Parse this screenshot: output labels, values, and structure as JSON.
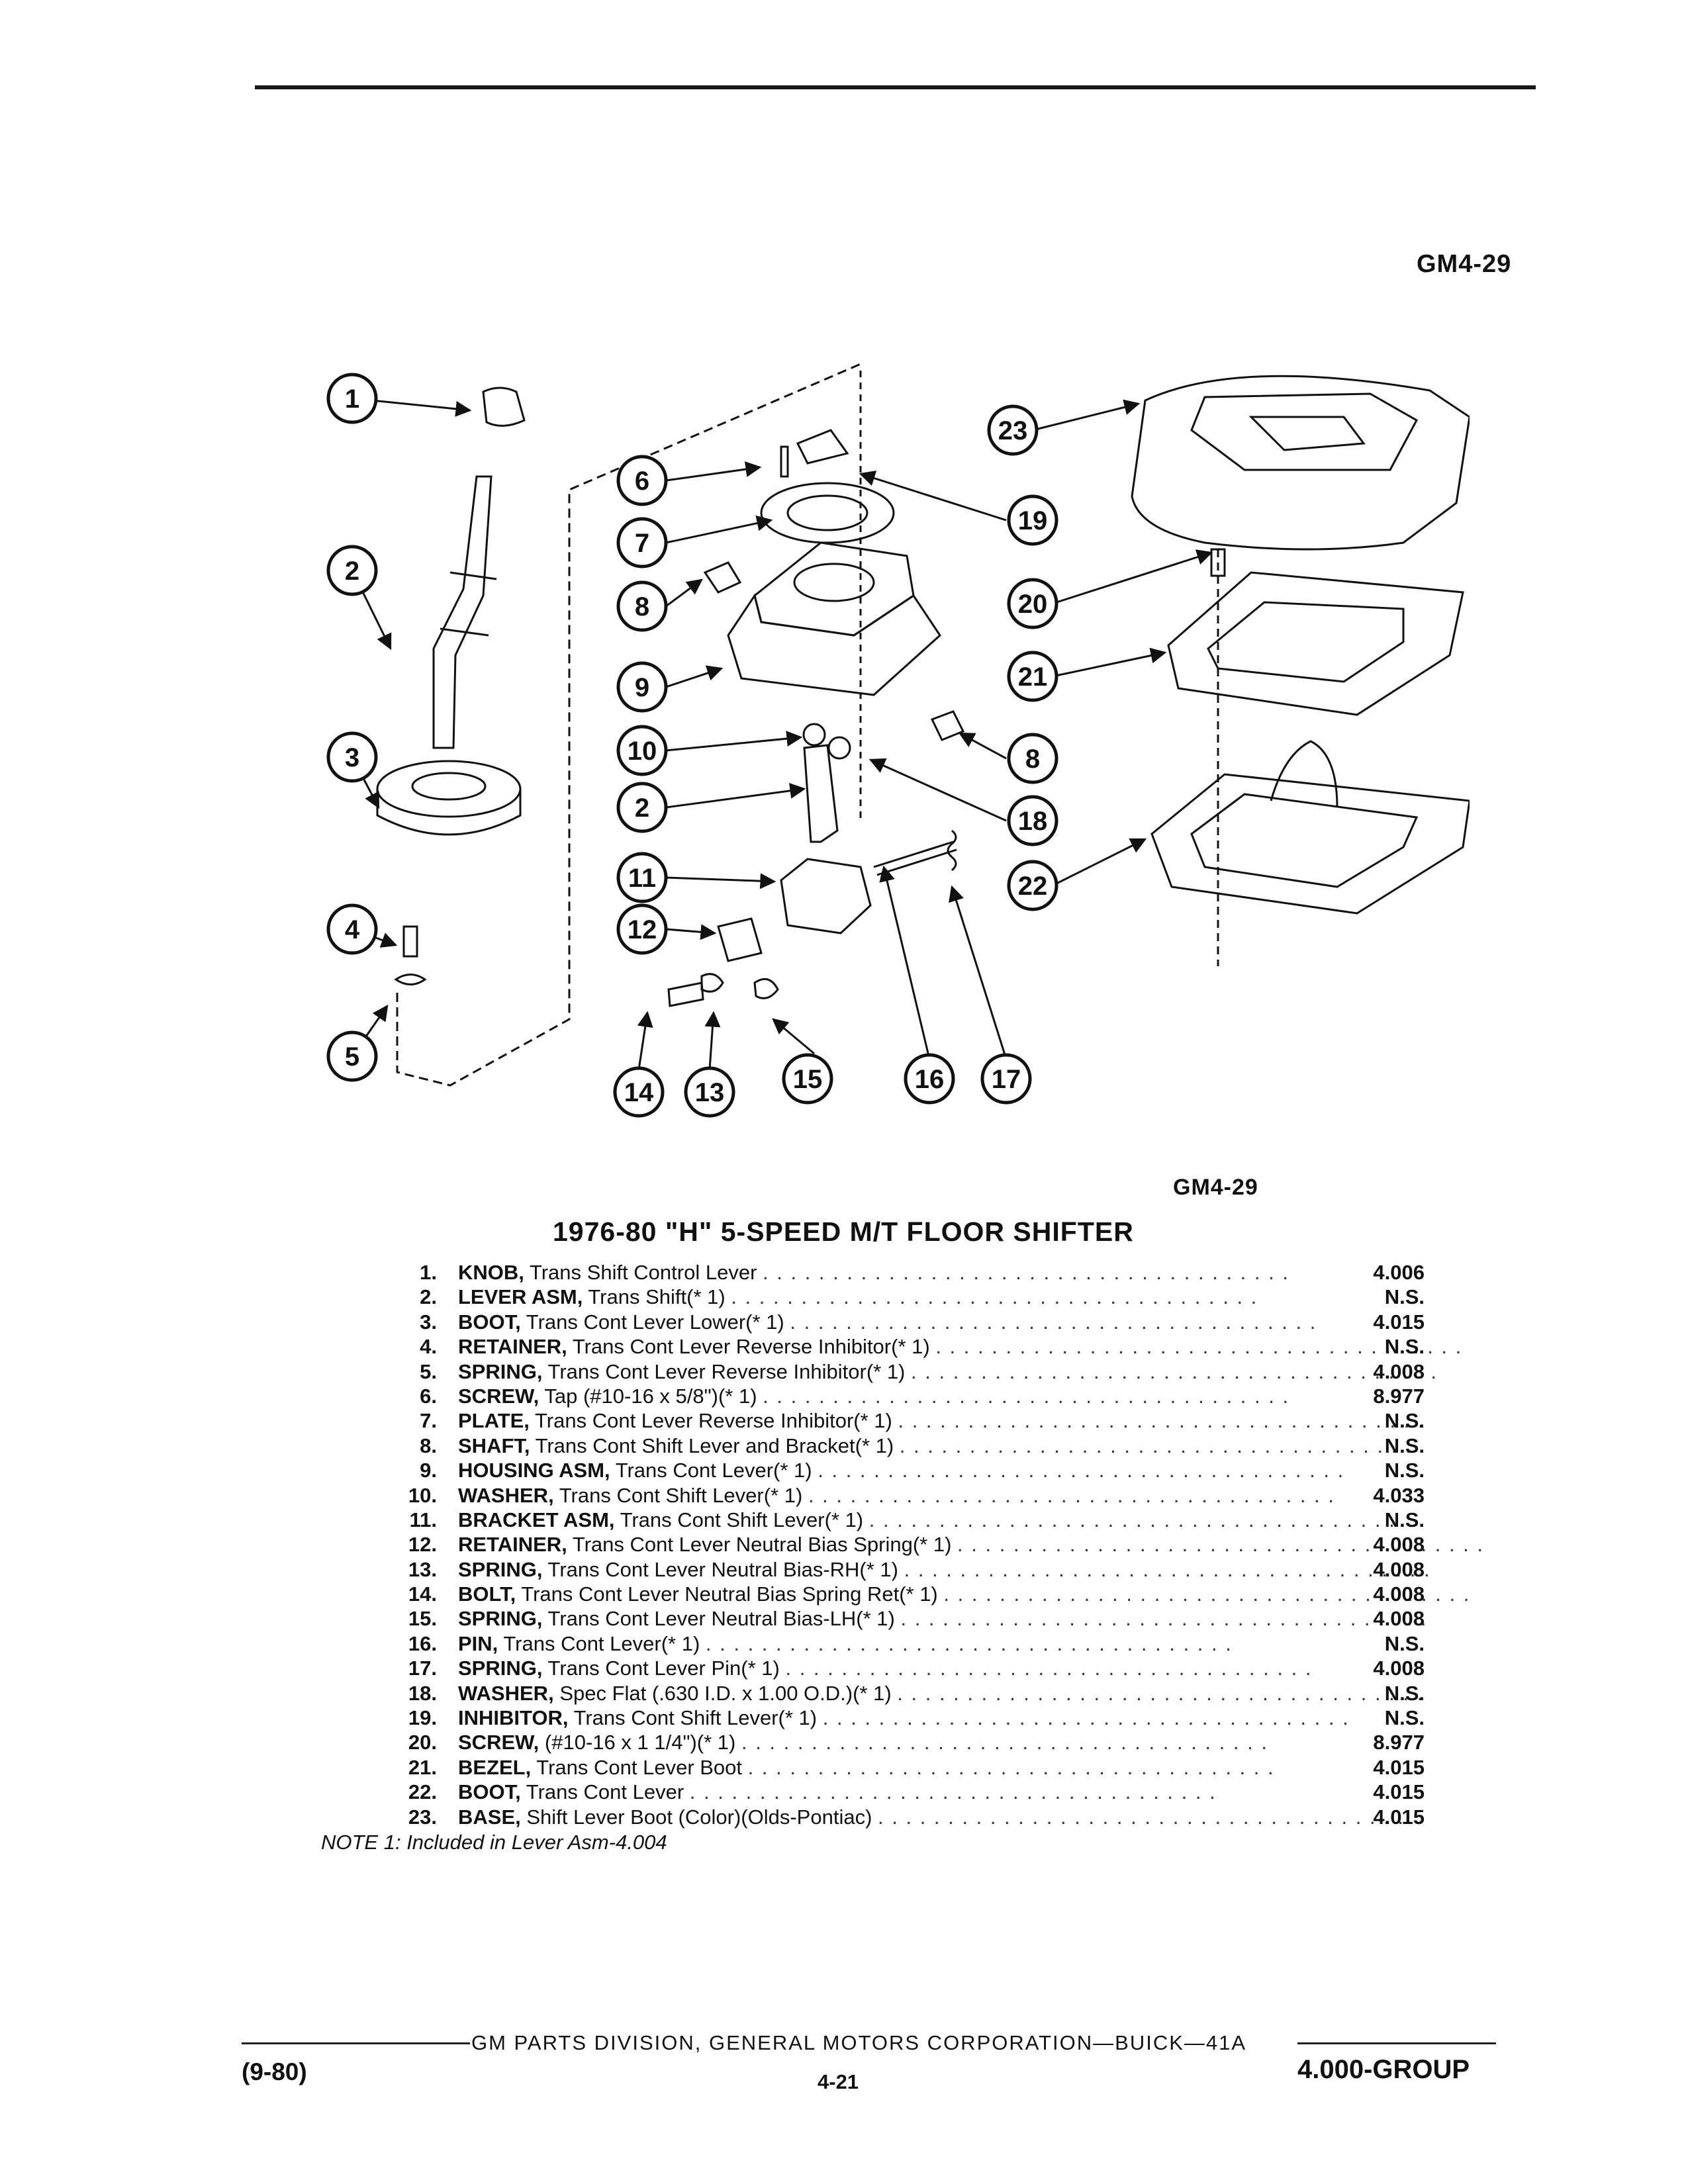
{
  "header": {
    "code": "GM4-29"
  },
  "figure": {
    "code": "GM4-29",
    "callouts": [
      "1",
      "2",
      "3",
      "4",
      "5",
      "6",
      "7",
      "8",
      "9",
      "10",
      "2",
      "11",
      "12",
      "14",
      "13",
      "15",
      "16",
      "17",
      "8",
      "18",
      "19",
      "20",
      "21",
      "22",
      "23"
    ]
  },
  "parts": {
    "title": "1976-80 \"H\" 5-SPEED M/T FLOOR SHIFTER",
    "items": [
      {
        "no": "1.",
        "name": "KNOB,",
        "desc": "Trans Shift Control Lever",
        "ref": "4.006"
      },
      {
        "no": "2.",
        "name": "LEVER ASM,",
        "desc": "Trans Shift(* 1)",
        "ref": "N.S."
      },
      {
        "no": "3.",
        "name": "BOOT,",
        "desc": "Trans Cont Lever Lower(* 1)",
        "ref": "4.015"
      },
      {
        "no": "4.",
        "name": "RETAINER,",
        "desc": "Trans Cont Lever Reverse Inhibitor(* 1)",
        "ref": "N.S."
      },
      {
        "no": "5.",
        "name": "SPRING,",
        "desc": "Trans Cont Lever Reverse Inhibitor(* 1)",
        "ref": "4.008"
      },
      {
        "no": "6.",
        "name": "SCREW,",
        "desc": "Tap (#10-16 x 5/8\")(* 1)",
        "ref": "8.977"
      },
      {
        "no": "7.",
        "name": "PLATE,",
        "desc": "Trans Cont Lever Reverse Inhibitor(* 1)",
        "ref": "N.S."
      },
      {
        "no": "8.",
        "name": "SHAFT,",
        "desc": "Trans Cont Shift Lever and Bracket(* 1)",
        "ref": "N.S."
      },
      {
        "no": "9.",
        "name": "HOUSING ASM,",
        "desc": "Trans Cont Lever(* 1)",
        "ref": "N.S."
      },
      {
        "no": "10.",
        "name": "WASHER,",
        "desc": "Trans Cont Shift Lever(* 1)",
        "ref": "4.033"
      },
      {
        "no": "11.",
        "name": "BRACKET ASM,",
        "desc": "Trans Cont Shift Lever(* 1)",
        "ref": "N.S."
      },
      {
        "no": "12.",
        "name": "RETAINER,",
        "desc": "Trans Cont Lever Neutral Bias Spring(* 1)",
        "ref": "4.008"
      },
      {
        "no": "13.",
        "name": "SPRING,",
        "desc": "Trans Cont Lever Neutral Bias-RH(* 1)",
        "ref": "4.008"
      },
      {
        "no": "14.",
        "name": "BOLT,",
        "desc": "Trans Cont Lever Neutral Bias Spring Ret(* 1)",
        "ref": "4.008"
      },
      {
        "no": "15.",
        "name": "SPRING,",
        "desc": "Trans Cont Lever Neutral Bias-LH(* 1)",
        "ref": "4.008"
      },
      {
        "no": "16.",
        "name": "PIN,",
        "desc": "Trans Cont Lever(* 1)",
        "ref": "N.S."
      },
      {
        "no": "17.",
        "name": "SPRING,",
        "desc": "Trans Cont Lever Pin(* 1)",
        "ref": "4.008"
      },
      {
        "no": "18.",
        "name": "WASHER,",
        "desc": "Spec Flat (.630 I.D. x 1.00 O.D.)(* 1)",
        "ref": "N.S."
      },
      {
        "no": "19.",
        "name": "INHIBITOR,",
        "desc": "Trans Cont Shift Lever(* 1)",
        "ref": "N.S."
      },
      {
        "no": "20.",
        "name": "SCREW,",
        "desc": "(#10-16 x 1 1/4\")(* 1)",
        "ref": "8.977"
      },
      {
        "no": "21.",
        "name": "BEZEL,",
        "desc": "Trans Cont Lever Boot",
        "ref": "4.015"
      },
      {
        "no": "22.",
        "name": "BOOT,",
        "desc": "Trans Cont Lever",
        "ref": "4.015"
      },
      {
        "no": "23.",
        "name": "BASE,",
        "desc": "Shift Lever Boot (Color)(Olds-Pontiac)",
        "ref": "4.015"
      }
    ],
    "note": "NOTE 1: Included in Lever Asm-4.004"
  },
  "footer": {
    "division": "GM PARTS DIVISION, GENERAL MOTORS CORPORATION—BUICK—41A",
    "date": "(9-80)",
    "page": "4-21",
    "group": "4.000-GROUP"
  }
}
